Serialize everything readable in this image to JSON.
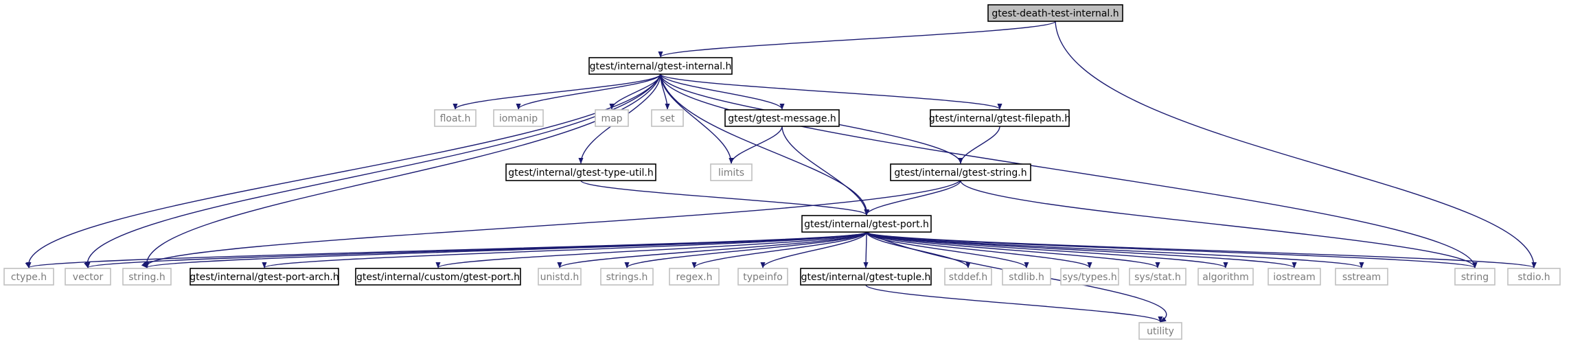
{
  "colors": {
    "edge": "#191970",
    "internal_border": "#000000",
    "external_border": "#bfbfbf",
    "root_fill": "#bfbfbf",
    "external_text": "#7a7a7a"
  },
  "nodes": [
    {
      "id": "death",
      "label": "gtest-death-test-internal.h",
      "kind": "root"
    },
    {
      "id": "internal",
      "label": "gtest/internal/gtest-internal.h",
      "kind": "internal"
    },
    {
      "id": "floath",
      "label": "float.h",
      "kind": "external"
    },
    {
      "id": "iomanip",
      "label": "iomanip",
      "kind": "external"
    },
    {
      "id": "map",
      "label": "map",
      "kind": "external"
    },
    {
      "id": "set",
      "label": "set",
      "kind": "external"
    },
    {
      "id": "message",
      "label": "gtest/gtest-message.h",
      "kind": "internal"
    },
    {
      "id": "filepath",
      "label": "gtest/internal/gtest-filepath.h",
      "kind": "internal"
    },
    {
      "id": "typeutil",
      "label": "gtest/internal/gtest-type-util.h",
      "kind": "internal"
    },
    {
      "id": "limits",
      "label": "limits",
      "kind": "external"
    },
    {
      "id": "gstring",
      "label": "gtest/internal/gtest-string.h",
      "kind": "internal"
    },
    {
      "id": "port",
      "label": "gtest/internal/gtest-port.h",
      "kind": "internal"
    },
    {
      "id": "ctype",
      "label": "ctype.h",
      "kind": "external"
    },
    {
      "id": "vector",
      "label": "vector",
      "kind": "external"
    },
    {
      "id": "stringh",
      "label": "string.h",
      "kind": "external"
    },
    {
      "id": "portarch",
      "label": "gtest/internal/gtest-port-arch.h",
      "kind": "internal"
    },
    {
      "id": "customport",
      "label": "gtest/internal/custom/gtest-port.h",
      "kind": "internal"
    },
    {
      "id": "unistd",
      "label": "unistd.h",
      "kind": "external"
    },
    {
      "id": "strings",
      "label": "strings.h",
      "kind": "external"
    },
    {
      "id": "regex",
      "label": "regex.h",
      "kind": "external"
    },
    {
      "id": "typeinfo",
      "label": "typeinfo",
      "kind": "external"
    },
    {
      "id": "tuple",
      "label": "gtest/internal/gtest-tuple.h",
      "kind": "internal"
    },
    {
      "id": "stddef",
      "label": "stddef.h",
      "kind": "external"
    },
    {
      "id": "stdlib",
      "label": "stdlib.h",
      "kind": "external"
    },
    {
      "id": "systypes",
      "label": "sys/types.h",
      "kind": "external"
    },
    {
      "id": "sysstat",
      "label": "sys/stat.h",
      "kind": "external"
    },
    {
      "id": "algorithm",
      "label": "algorithm",
      "kind": "external"
    },
    {
      "id": "iostream",
      "label": "iostream",
      "kind": "external"
    },
    {
      "id": "sstream",
      "label": "sstream",
      "kind": "external"
    },
    {
      "id": "string",
      "label": "string",
      "kind": "external"
    },
    {
      "id": "stdio",
      "label": "stdio.h",
      "kind": "external"
    },
    {
      "id": "utility",
      "label": "utility",
      "kind": "external"
    }
  ],
  "edges": [
    [
      "death",
      "internal"
    ],
    [
      "death",
      "stdio"
    ],
    [
      "internal",
      "floath"
    ],
    [
      "internal",
      "iomanip"
    ],
    [
      "internal",
      "map"
    ],
    [
      "internal",
      "set"
    ],
    [
      "internal",
      "message"
    ],
    [
      "internal",
      "filepath"
    ],
    [
      "internal",
      "typeutil"
    ],
    [
      "internal",
      "limits"
    ],
    [
      "internal",
      "gstring"
    ],
    [
      "internal",
      "port"
    ],
    [
      "internal",
      "ctype"
    ],
    [
      "internal",
      "vector"
    ],
    [
      "internal",
      "stringh"
    ],
    [
      "internal",
      "string"
    ],
    [
      "message",
      "limits"
    ],
    [
      "message",
      "port"
    ],
    [
      "filepath",
      "gstring"
    ],
    [
      "typeutil",
      "port"
    ],
    [
      "gstring",
      "port"
    ],
    [
      "gstring",
      "stringh"
    ],
    [
      "gstring",
      "string"
    ],
    [
      "port",
      "ctype"
    ],
    [
      "port",
      "vector"
    ],
    [
      "port",
      "stringh"
    ],
    [
      "port",
      "portarch"
    ],
    [
      "port",
      "customport"
    ],
    [
      "port",
      "unistd"
    ],
    [
      "port",
      "strings"
    ],
    [
      "port",
      "regex"
    ],
    [
      "port",
      "typeinfo"
    ],
    [
      "port",
      "tuple"
    ],
    [
      "port",
      "stddef"
    ],
    [
      "port",
      "stdlib"
    ],
    [
      "port",
      "systypes"
    ],
    [
      "port",
      "sysstat"
    ],
    [
      "port",
      "algorithm"
    ],
    [
      "port",
      "iostream"
    ],
    [
      "port",
      "sstream"
    ],
    [
      "port",
      "string"
    ],
    [
      "port",
      "stdio"
    ],
    [
      "port",
      "utility"
    ],
    [
      "tuple",
      "utility"
    ]
  ]
}
